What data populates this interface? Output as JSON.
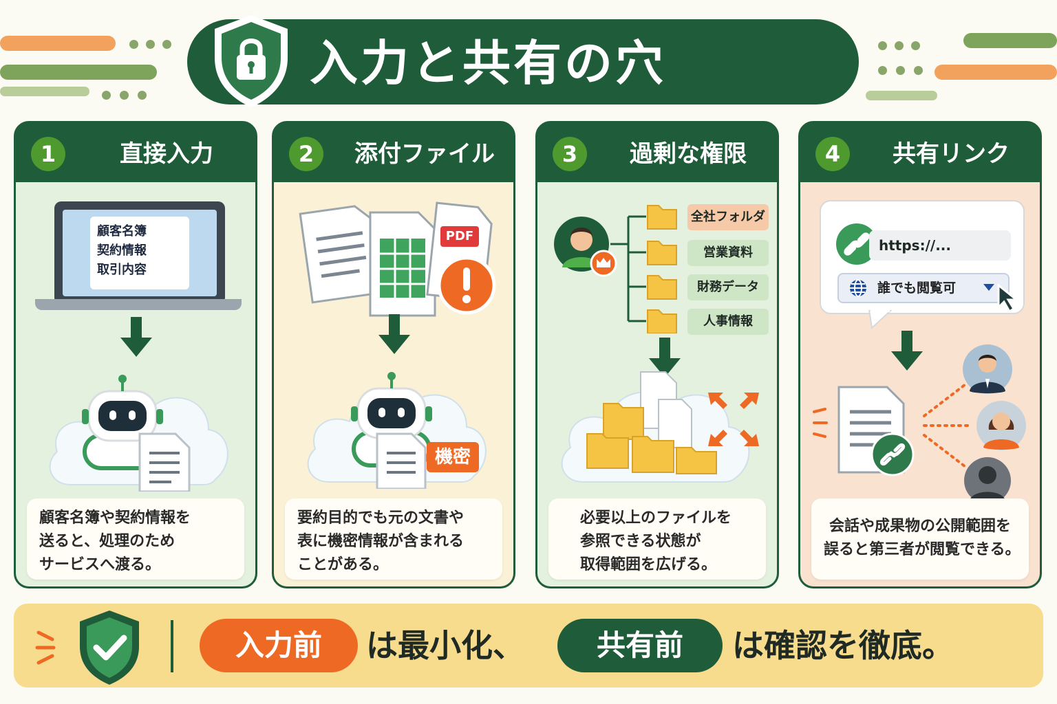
{
  "title": "入力と共有の穴",
  "colors": {
    "dark_green": "#1f5c3a",
    "green": "#4f9a2e",
    "orange": "#ee6a24",
    "folder_yellow": "#f6c445"
  },
  "panels": [
    {
      "number": "1",
      "title": "直接入力",
      "icon": "laptop-to-robot-icon",
      "laptop_lines": [
        "顧客名簿",
        "契約情報",
        "取引内容"
      ],
      "caption_lines": [
        "顧客名簿や契約情報を",
        "送ると、処理のため",
        "サービスへ渡る。"
      ]
    },
    {
      "number": "2",
      "title": "添付ファイル",
      "icon": "attachment-to-robot-icon",
      "pdf_label": "PDF",
      "confidential_label": "機密",
      "caption_lines": [
        "要約目的でも元の文書や",
        "表に機密情報が含まれる",
        "ことがある。"
      ]
    },
    {
      "number": "3",
      "title": "過剰な権限",
      "icon": "folder-permissions-icon",
      "folders": [
        "全社フォルダ",
        "営業資料",
        "財務データ",
        "人事情報"
      ],
      "caption_lines": [
        "必要以上のファイルを",
        "参照できる状態が",
        "取得範囲を広げる。"
      ]
    },
    {
      "number": "4",
      "title": "共有リンク",
      "icon": "share-link-icon",
      "url": "https://...",
      "access_option": "誰でも閲覧可",
      "caption_lines": [
        "会話や成果物の公開範囲を",
        "誤ると第三者が閲覧できる。"
      ]
    }
  ],
  "bottom": {
    "pill1": "入力前",
    "text1": "は最小化、",
    "pill2": "共有前",
    "text2": "は確認を徹底。"
  }
}
